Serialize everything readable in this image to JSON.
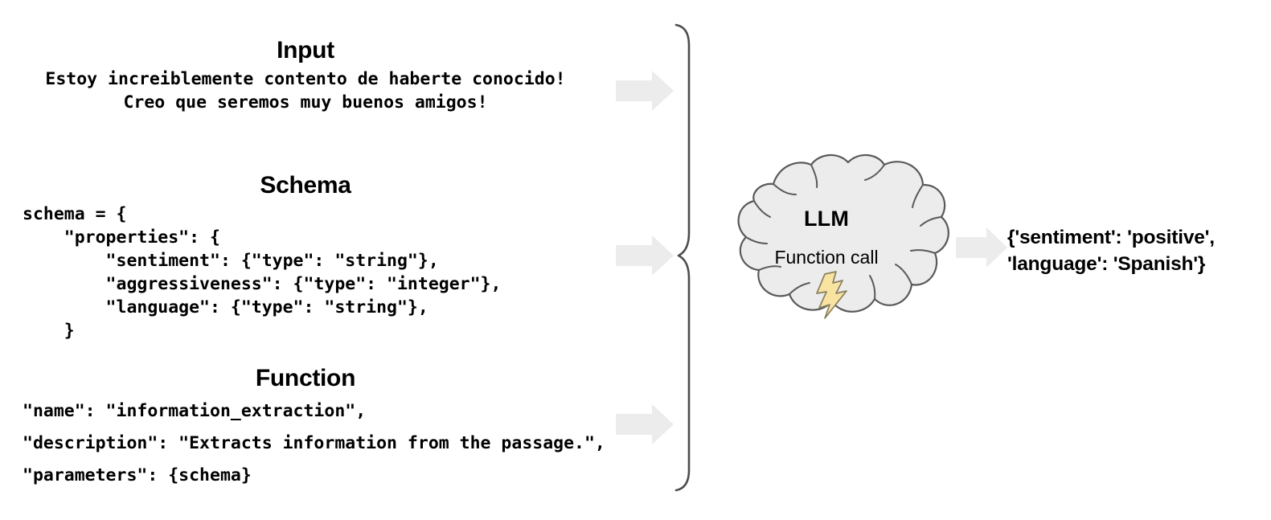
{
  "colors": {
    "background": "#ffffff",
    "arrow_fill": "#ececec",
    "cloud_fill": "#ececec",
    "cloud_stroke": "#595959",
    "brace_stroke": "#4d4d4d",
    "bolt_fill": "#f8e3a1",
    "bolt_stroke": "#8a7f5e",
    "text": "#000000"
  },
  "sections": {
    "input": {
      "title": "Input",
      "lines": [
        "Estoy increiblemente contento de haberte conocido!",
        "Creo que seremos muy buenos amigos!"
      ]
    },
    "schema": {
      "title": "Schema",
      "lines": [
        "schema = {",
        "    \"properties\": {",
        "        \"sentiment\": {\"type\": \"string\"},",
        "        \"aggressiveness\": {\"type\": \"integer\"},",
        "        \"language\": {\"type\": \"string\"},",
        "    }"
      ]
    },
    "function": {
      "title": "Function",
      "lines": [
        "\"name\": \"information_extraction\",",
        "\"description\": \"Extracts information from the passage.\",",
        "\"parameters\": {schema}"
      ]
    }
  },
  "cloud": {
    "title": "LLM",
    "subtitle": "Function call",
    "icon": "lightning-bolt-icon"
  },
  "output": {
    "lines": [
      "{'sentiment': 'positive',",
      "'language': 'Spanish'}"
    ]
  },
  "arrows": {
    "input_arrow": "arrow-right-icon",
    "schema_arrow": "arrow-right-icon",
    "function_arrow": "arrow-right-icon",
    "output_arrow": "arrow-right-icon"
  },
  "brace": {
    "name": "curly-brace-right"
  }
}
